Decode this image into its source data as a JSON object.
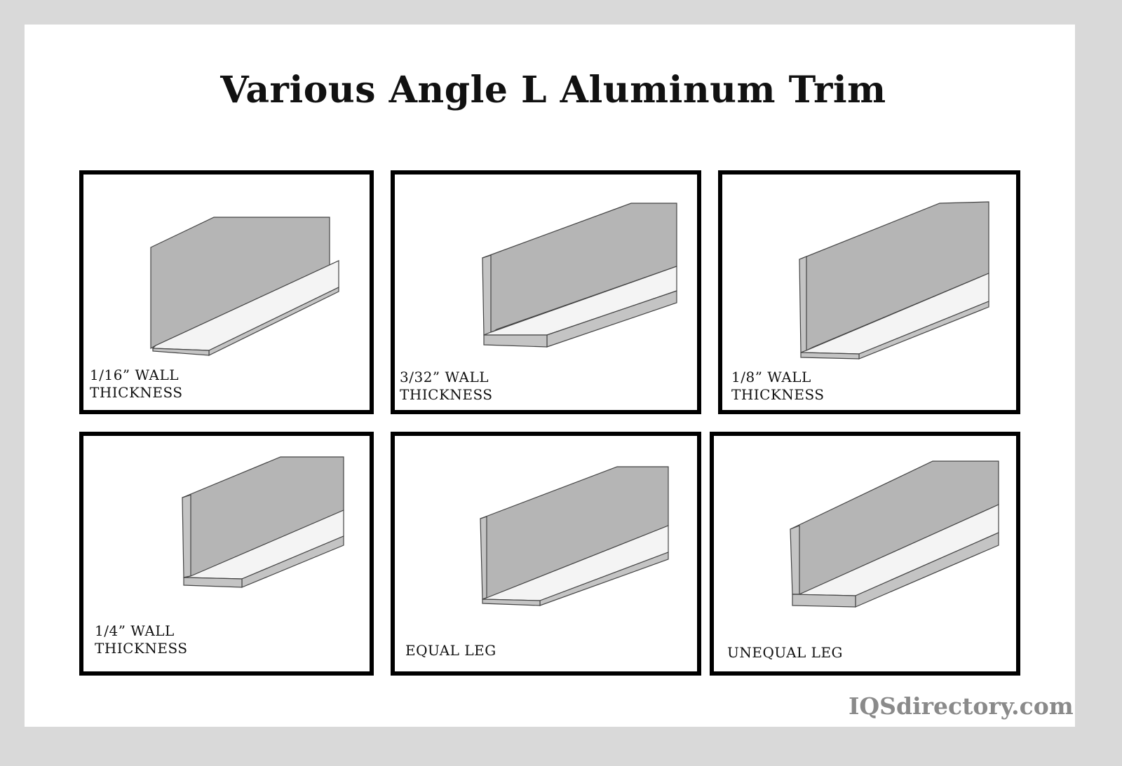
{
  "title": "Various Angle L Aluminum Trim",
  "panels": [
    {
      "line1": "1/16” WALL",
      "line2": "THICKNESS"
    },
    {
      "line1": "3/32” WALL",
      "line2": "THICKNESS"
    },
    {
      "line1": "1/8” WALL",
      "line2": "THICKNESS"
    },
    {
      "line1": "1/4” WALL",
      "line2": "THICKNESS"
    },
    {
      "line1": "EQUAL LEG",
      "line2": ""
    },
    {
      "line1": "UNEQUAL LEG",
      "line2": ""
    }
  ],
  "brand": "IQSdirectory.com"
}
